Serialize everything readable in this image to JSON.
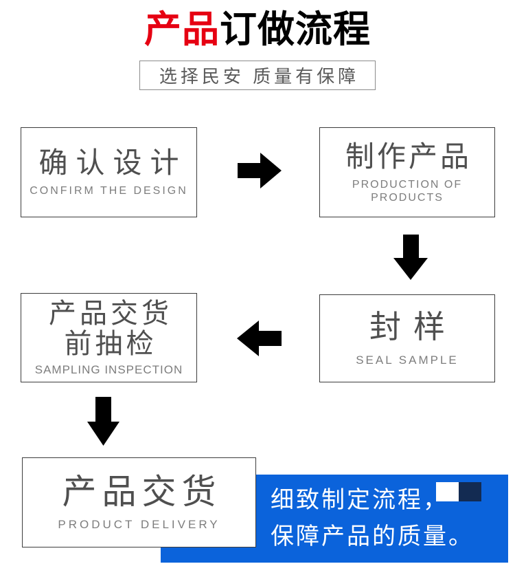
{
  "title": {
    "red": "产品",
    "black": "订做流程"
  },
  "subtitle": "选择民安 质量有保障",
  "steps": [
    {
      "id": "confirm-design",
      "zh": "确认设计",
      "en": "CONFIRM THE DESIGN"
    },
    {
      "id": "production",
      "zh": "制作产品",
      "en_line1": "PRODUCTION OF",
      "en_line2": "PRODUCTS"
    },
    {
      "id": "seal-sample",
      "zh": "封样",
      "en": "SEAL SAMPLE"
    },
    {
      "id": "sampling-inspection",
      "zh_line1": "产品交货",
      "zh_line2": "前抽检",
      "en": "SAMPLING INSPECTION"
    },
    {
      "id": "product-delivery",
      "zh": "产品交货",
      "en": "PRODUCT DELIVERY"
    }
  ],
  "banner": {
    "line1": "细致制定流程，",
    "line2": "保障产品的质量。"
  },
  "icons": {
    "arrow_right": "arrow-right-icon",
    "arrow_down": "arrow-down-icon",
    "arrow_left": "arrow-left-icon"
  },
  "colors": {
    "accent_red": "#e60012",
    "banner_blue": "#0b63db",
    "deco_navy": "#132b52",
    "arrow_black": "#000000",
    "box_border": "#3c3c3c",
    "zh_text": "#4f4f4f",
    "en_text": "#7d7d7d"
  }
}
